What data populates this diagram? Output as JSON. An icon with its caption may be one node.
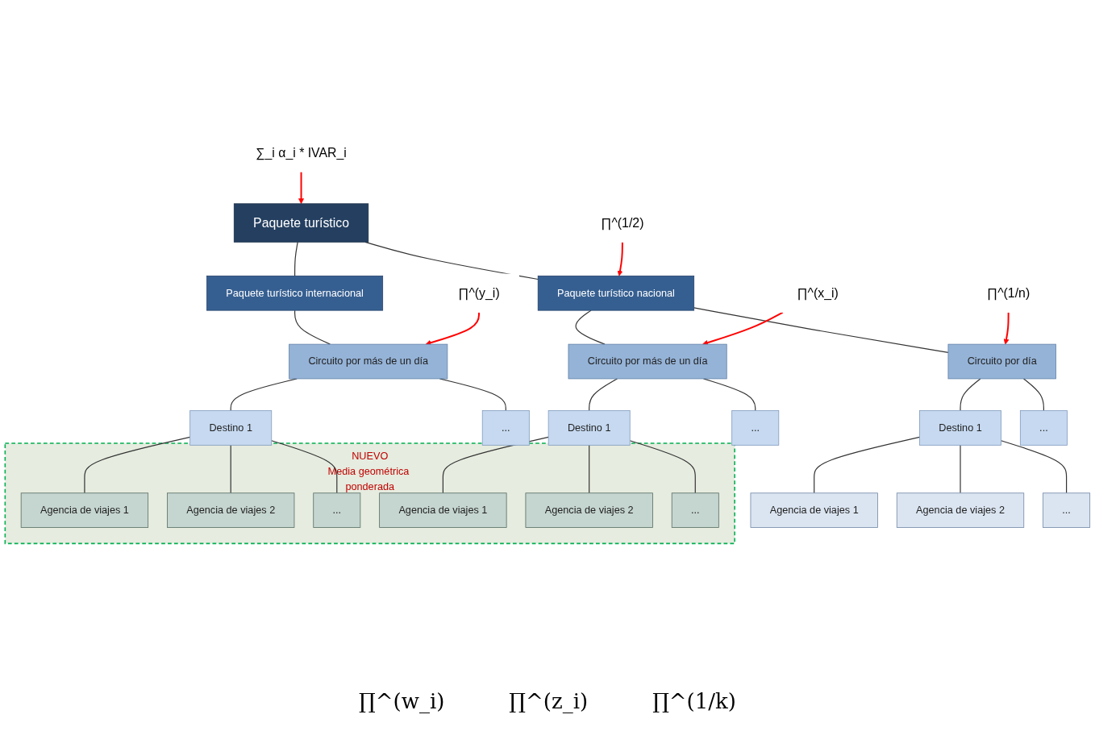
{
  "diagram": {
    "nodes": [
      {
        "text": [
          "Paquete turístico"
        ]
      },
      {
        "text": [
          "Paquete turístico internacional"
        ]
      },
      {
        "text": [
          "Paquete turístico nacional"
        ]
      },
      {
        "text": [
          "Circuito por más de un día"
        ]
      },
      {
        "text": [
          "Circuito por más de un día"
        ]
      },
      {
        "text": [
          "Circuito por día"
        ]
      },
      {
        "text": [
          "Destino 1"
        ]
      },
      {
        "text": [
          "..."
        ]
      },
      {
        "text": [
          "Destino 1"
        ]
      },
      {
        "text": [
          "..."
        ]
      },
      {
        "text": [
          "Destino 1"
        ]
      },
      {
        "text": [
          "..."
        ]
      },
      {
        "text": [
          "NUEVO",
          "Media geométrica ponderada"
        ]
      },
      {
        "text": [
          "Agencia de viajes 1"
        ],
        "in": 12
      },
      {
        "text": [
          "Agencia de viajes 2"
        ],
        "in": 12
      },
      {
        "text": [
          "..."
        ],
        "in": 12
      },
      {
        "text": [
          "Agencia de viajes 1"
        ],
        "in": 12
      },
      {
        "text": [
          "Agencia de viajes 2"
        ],
        "in": 12
      },
      {
        "text": [
          "..."
        ],
        "in": 12
      },
      {
        "text": [
          "Agencia de viajes 1"
        ]
      },
      {
        "text": [
          "Agencia de viajes 2"
        ]
      },
      {
        "text": [
          "..."
        ]
      },
      {
        "text": [
          "∑_i α_i * IVAR_i"
        ]
      },
      {
        "text": [
          "∏^(1/2)"
        ]
      },
      {
        "text": [
          "∏^(y_i)"
        ]
      },
      {
        "text": [
          "∏^(x_i)"
        ]
      },
      {
        "text": [
          "∏^(1/n)"
        ]
      }
    ],
    "edges": [
      {
        "from": 0,
        "to": 1,
        "arrow": "none"
      },
      {
        "from": 0,
        "to": 2,
        "arrow": "none"
      },
      {
        "from": 1,
        "to": 3,
        "arrow": "none"
      },
      {
        "from": 2,
        "to": 4,
        "arrow": "none"
      },
      {
        "from": 2,
        "to": 5,
        "arrow": "none"
      },
      {
        "from": 3,
        "to": 6,
        "arrow": "none"
      },
      {
        "from": 3,
        "to": 7,
        "arrow": "none"
      },
      {
        "from": 4,
        "to": 8,
        "arrow": "none"
      },
      {
        "from": 4,
        "to": 9,
        "arrow": "none"
      },
      {
        "from": 5,
        "to": 10,
        "arrow": "none"
      },
      {
        "from": 5,
        "to": 11,
        "arrow": "none"
      },
      {
        "from": 6,
        "to": 13,
        "arrow": "none"
      },
      {
        "from": 6,
        "to": 14,
        "arrow": "none"
      },
      {
        "from": 6,
        "to": 15,
        "arrow": "none"
      },
      {
        "from": 8,
        "to": 16,
        "arrow": "none"
      },
      {
        "from": 8,
        "to": 17,
        "arrow": "none"
      },
      {
        "from": 8,
        "to": 18,
        "arrow": "none"
      },
      {
        "from": 10,
        "to": 19,
        "arrow": "none"
      },
      {
        "from": 10,
        "to": 20,
        "arrow": "none"
      },
      {
        "from": 10,
        "to": 21,
        "arrow": "none"
      },
      {
        "from": 22,
        "to": 0,
        "arrow": "to",
        "color": "#ff0000"
      },
      {
        "from": 23,
        "to": 2,
        "arrow": "to",
        "color": "#ff0000"
      },
      {
        "from": 24,
        "to": 3,
        "arrow": "to",
        "color": "#ff0000"
      },
      {
        "from": 25,
        "to": 4,
        "arrow": "to",
        "color": "#ff0000"
      },
      {
        "from": 26,
        "to": 5,
        "arrow": "to",
        "color": "#ff0000"
      }
    ],
    "labels": [
      "∏^(w_i)",
      "∏^(z_i)",
      "∏^(1/k)"
    ]
  }
}
